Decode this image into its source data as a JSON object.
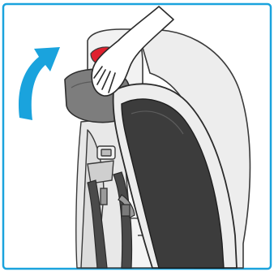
{
  "illustration": {
    "frame_color": "#1aa3dd",
    "arrow_color": "#1aa3dd",
    "accent_color": "#e0202e",
    "pad_color": "#7d7d7d",
    "shell_dark_color": "#3c3c3c",
    "icons": [
      "curved-arrow-icon",
      "hand-icon",
      "release-handle",
      "headrest-pad",
      "seat-shell",
      "harness-strap",
      "buckle-clip"
    ]
  }
}
